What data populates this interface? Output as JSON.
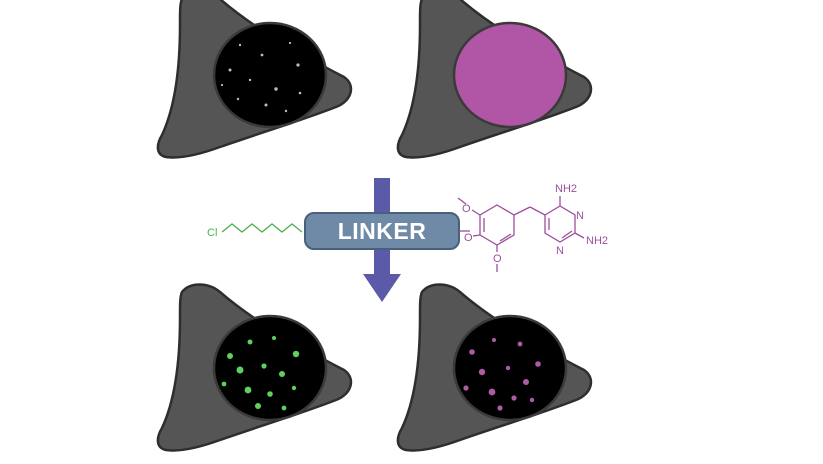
{
  "colors": {
    "cell": "#555555",
    "nucleus_dark": "#000000",
    "nucleus_magenta": "#b156a6",
    "arrow": "#5a5aa8",
    "green_label": "#4caf50",
    "purple_label": "#9b4f9b",
    "linker_fill": "#6f8aa6"
  },
  "linker": {
    "label": "LINKER"
  },
  "chloroalkane": {
    "atom_label": "Cl"
  },
  "trimethoprim": {
    "amine_top": "NH2",
    "amine_right": "NH2",
    "ring_nitrogen_1": "N",
    "ring_nitrogen_2": "N",
    "methoxy_top": "O",
    "methoxy_middle": "O",
    "methoxy_bottom": "O"
  }
}
